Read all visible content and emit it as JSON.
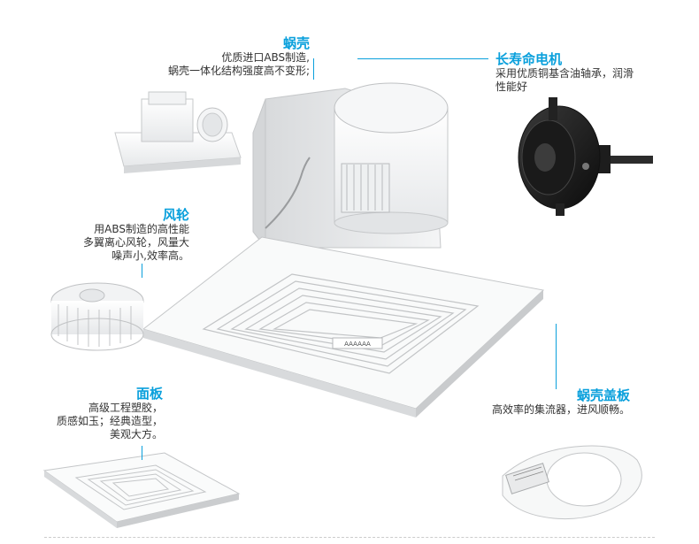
{
  "features": {
    "volute": {
      "title": "蜗壳",
      "lines": [
        "优质进口ABS制造,",
        "蜗壳一体化结构强度高不变形;"
      ]
    },
    "motor": {
      "title": "长寿命电机",
      "lines": [
        "采用优质铜基含油轴承，润滑",
        "性能好"
      ]
    },
    "impeller": {
      "title": "风轮",
      "lines": [
        "用ABS制造的高性能",
        "多翼离心风轮，风量大",
        "噪声小,效率高。"
      ]
    },
    "panel": {
      "title": "面板",
      "lines": [
        "高级工程塑胶，",
        "质感如玉；经典造型，",
        "美观大方。"
      ]
    },
    "cover": {
      "title": "蜗壳盖板",
      "lines": [
        "高效率的集流器，进风顺畅。"
      ]
    }
  },
  "product_marking": "AAAAAA",
  "colors": {
    "accent": "#0aa0dc",
    "text": "#333333"
  }
}
